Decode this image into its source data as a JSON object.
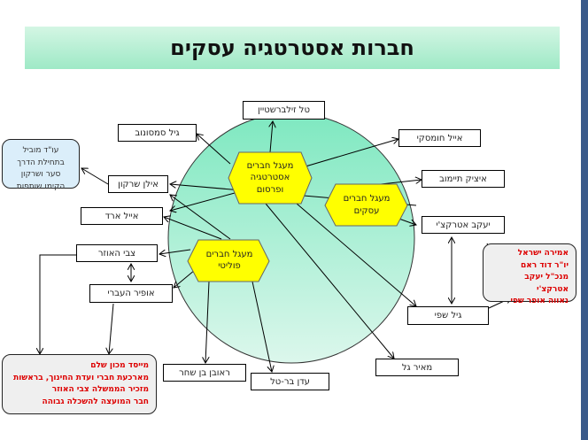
{
  "title": "חברות אסטרטגיה עסקים",
  "circles": {
    "strategy": "מעגל חברים אסטרטגיה ופרסום",
    "business": "מעגל חברים עסקים",
    "political": "מעגל חברים פוליטי"
  },
  "people": {
    "tal": "טל זילברשטיין",
    "gil_s": "גיל סמסונוב",
    "eyal_h": "אייל חומסקי",
    "itzik": "איציק תיימוב",
    "yaakov": "יעקב אטרקצ'י",
    "ilan": "אילן שרקון",
    "eyal_a": "אייל ארד",
    "tzvi": "צבי האוזר",
    "ofir": "אופיר העברי",
    "gil_sh": "גיל שפי",
    "meir": "מאיר גל",
    "reuven": "ראובן בן שחר",
    "eden": "עדן בר-טל"
  },
  "notes": {
    "blue": "עו\"ד מוביל בתחילת הדרך סער ושרקון הקימו שותפות",
    "right": [
      "אמירה ישראל",
      "יו\"ר דוד ראם",
      "מנכ\"ל יעקב אטרקצ'י",
      "נאווה אופר שפי"
    ],
    "bottom": [
      "מייסד מכון שלם",
      "מארכעת חברי ועדת החינוך, בראשות",
      "מזכיר הממשלה צבי האוזר",
      "חבר המועצה להשכלה גבוהה"
    ]
  },
  "colors": {
    "hexagon": "#ffff00",
    "circle_top": "#7ee8c0",
    "circle_bottom": "#dcf7ec",
    "note_red": "#dd0000"
  }
}
